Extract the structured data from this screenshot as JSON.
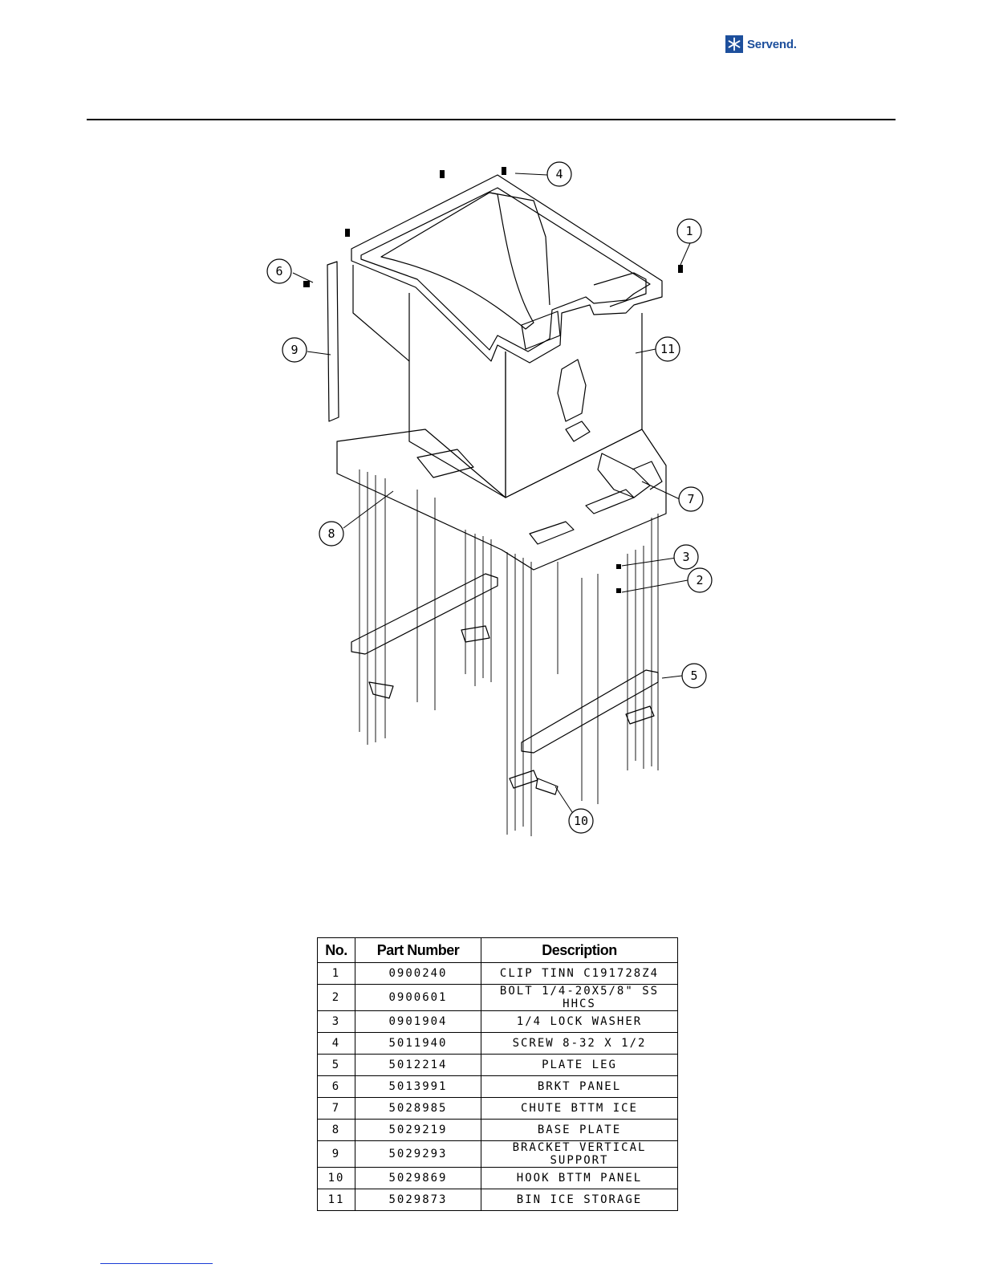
{
  "brand": {
    "name": "Servend.",
    "color": "#1d4f9c"
  },
  "callouts": [
    "1",
    "2",
    "3",
    "4",
    "5",
    "6",
    "7",
    "8",
    "9",
    "10",
    "11"
  ],
  "parts_table": {
    "headers": {
      "no": "No.",
      "part_number": "Part Number",
      "description": "Description"
    },
    "rows": [
      {
        "no": "1",
        "part_number": "0900240",
        "description": "CLIP TINN C191728Z4"
      },
      {
        "no": "2",
        "part_number": "0900601",
        "description": "BOLT 1/4-20X5/8\" SS HHCS"
      },
      {
        "no": "3",
        "part_number": "0901904",
        "description": "1/4 LOCK WASHER"
      },
      {
        "no": "4",
        "part_number": "5011940",
        "description": "SCREW 8-32 X 1/2"
      },
      {
        "no": "5",
        "part_number": "5012214",
        "description": "PLATE LEG"
      },
      {
        "no": "6",
        "part_number": "5013991",
        "description": "BRKT PANEL"
      },
      {
        "no": "7",
        "part_number": "5028985",
        "description": "CHUTE BTTM ICE"
      },
      {
        "no": "8",
        "part_number": "5029219",
        "description": "BASE PLATE"
      },
      {
        "no": "9",
        "part_number": "5029293",
        "description": "BRACKET VERTICAL SUPPORT"
      },
      {
        "no": "10",
        "part_number": "5029869",
        "description": "HOOK BTTM PANEL"
      },
      {
        "no": "11",
        "part_number": "5029873",
        "description": "BIN ICE STORAGE"
      }
    ]
  }
}
